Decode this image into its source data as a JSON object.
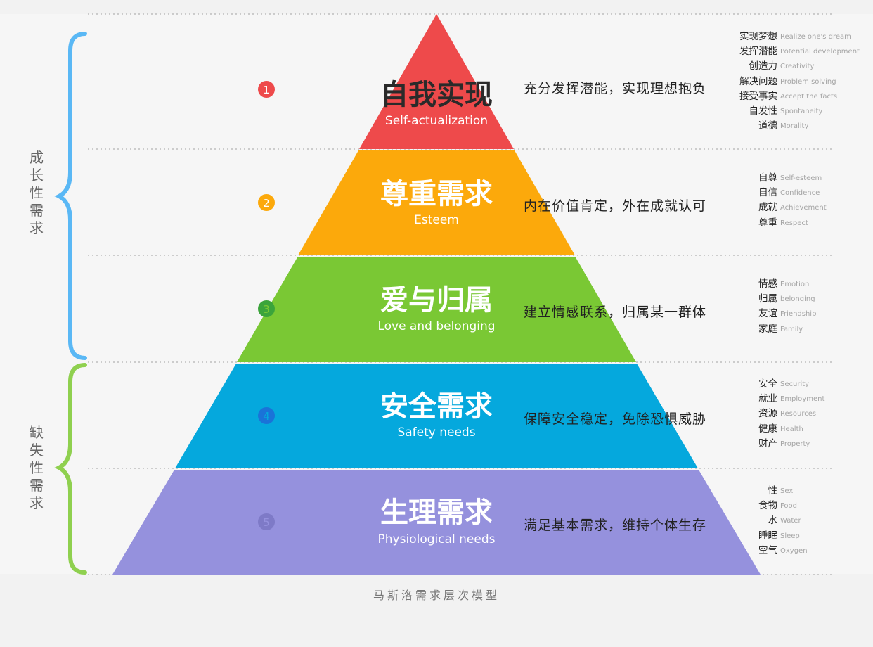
{
  "levels": [
    {
      "number": "1",
      "zh": "自我实现",
      "en": "Self-actualization",
      "desc": "充分发挥潜能，实现理想抱负",
      "color": "#ee4a4b",
      "badge_color": "#ee4a4b",
      "keywords": [
        {
          "zh": "实现梦想",
          "en": "Realize one's dream"
        },
        {
          "zh": "发挥潜能",
          "en": "Potential development"
        },
        {
          "zh": "创造力",
          "en": "Creativity"
        },
        {
          "zh": "解决问题",
          "en": "Problem solving"
        },
        {
          "zh": "接受事实",
          "en": "Accept the facts"
        },
        {
          "zh": "自发性",
          "en": "Spontaneity"
        },
        {
          "zh": "道德",
          "en": "Morality"
        }
      ]
    },
    {
      "number": "2",
      "zh": "尊重需求",
      "en": "Esteem",
      "desc": "内在价值肯定，外在成就认可",
      "color": "#fca90b",
      "badge_color": "#fca90b",
      "keywords": [
        {
          "zh": "自尊",
          "en": "Self-esteem"
        },
        {
          "zh": "自信",
          "en": "Confidence"
        },
        {
          "zh": "成就",
          "en": "Achievement"
        },
        {
          "zh": "尊重",
          "en": "Respect"
        }
      ]
    },
    {
      "number": "3",
      "zh": "爱与归属",
      "en": "Love and belonging",
      "desc": "建立情感联系，归属某一群体",
      "color": "#7ac834",
      "badge_color": "#3ba43b",
      "keywords": [
        {
          "zh": "情感",
          "en": "Emotion"
        },
        {
          "zh": "归属",
          "en": "belonging"
        },
        {
          "zh": "友谊",
          "en": "Friendship"
        },
        {
          "zh": "家庭",
          "en": "Family"
        }
      ]
    },
    {
      "number": "4",
      "zh": "安全需求",
      "en": "Safety needs",
      "desc": "保障安全稳定，免除恐惧威胁",
      "color": "#05a8dd",
      "badge_color": "#1a73d8",
      "keywords": [
        {
          "zh": "安全",
          "en": "Security"
        },
        {
          "zh": "就业",
          "en": "Employment"
        },
        {
          "zh": "资源",
          "en": "Resources"
        },
        {
          "zh": "健康",
          "en": "Health"
        },
        {
          "zh": "财产",
          "en": "Property"
        }
      ]
    },
    {
      "number": "5",
      "zh": "生理需求",
      "en": "Physiological needs",
      "desc": "满足基本需求，维持个体生存",
      "color": "#9591dd",
      "badge_color": "#7e7ac7",
      "keywords": [
        {
          "zh": "性",
          "en": "Sex"
        },
        {
          "zh": "食物",
          "en": "Food"
        },
        {
          "zh": "水",
          "en": "Water"
        },
        {
          "zh": "睡眠",
          "en": "Sleep"
        },
        {
          "zh": "空气",
          "en": "Oxygen"
        }
      ]
    }
  ],
  "groups": [
    {
      "label": "成长性需求",
      "color": "#5ab8f5"
    },
    {
      "label": "缺失性需求",
      "color": "#8fd04f"
    }
  ],
  "caption": "马斯洛需求层次模型"
}
